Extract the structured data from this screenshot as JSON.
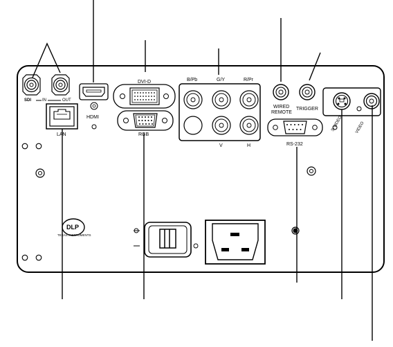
{
  "labels": {
    "sdi": "SDI",
    "in": "IN",
    "out": "OUT",
    "hdmi": "HDMI",
    "dvi_d": "DVI-D",
    "rgb": "RGB",
    "b_pb": "B/Pb",
    "g_y": "G/Y",
    "r_pr": "R/Pr",
    "v": "V",
    "h": "H",
    "wired": "WIRED",
    "remote": "REMOTE",
    "trigger": "TRIGGER",
    "rs232": "RS-232",
    "lan": "LAN",
    "s_video": "S-VIDEO",
    "video": "VIDEO",
    "dlp": "DLP",
    "dlp_by": "TEXAS INSTRUMENTS"
  }
}
